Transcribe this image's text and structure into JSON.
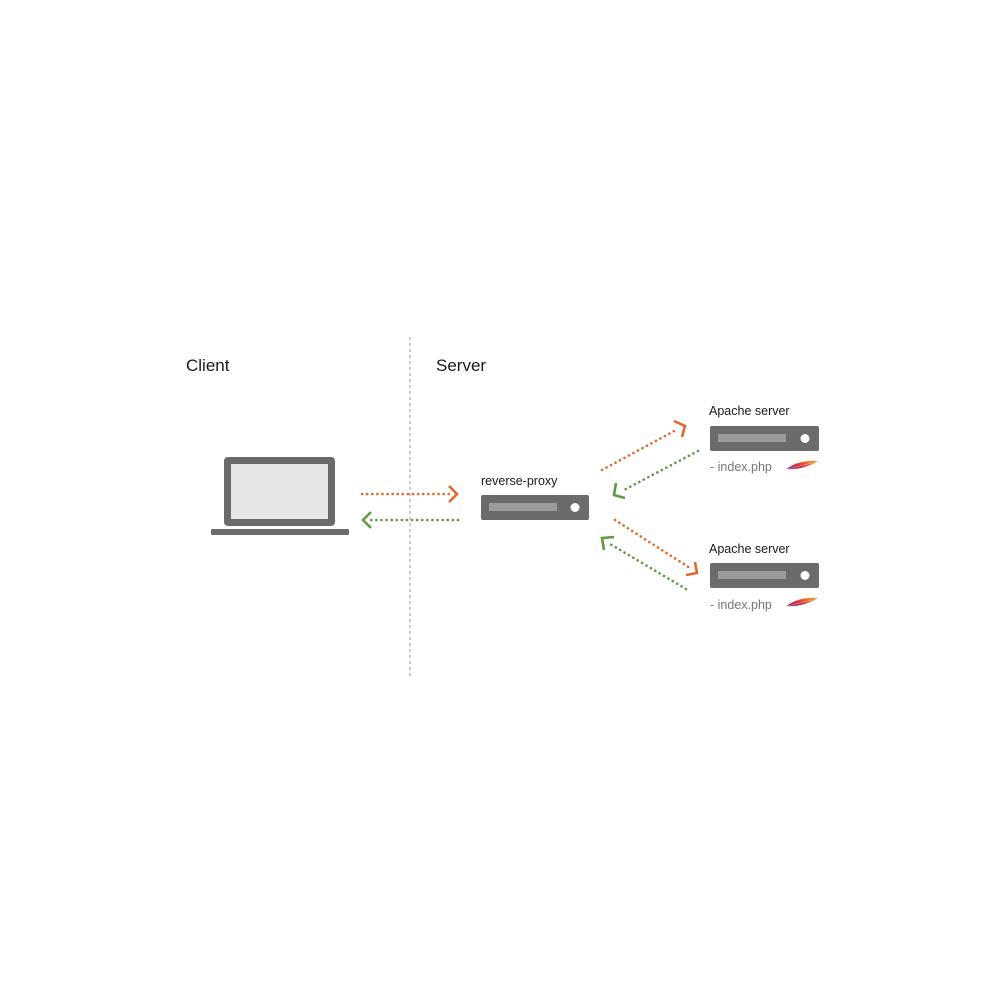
{
  "sections": {
    "client": "Client",
    "server": "Server"
  },
  "nodes": {
    "proxy_label": "reverse-proxy",
    "apache1_label": "Apache server",
    "apache1_file": "- index.php",
    "apache2_label": "Apache server",
    "apache2_file": "- index.php"
  },
  "icons": {
    "client_device": "laptop-icon",
    "server_box": "server-icon",
    "apache_logo": "apache-feather-icon"
  },
  "colors": {
    "request": "#e06a2b",
    "response": "#5f9a43",
    "device": "#6b6b6b",
    "divider": "#cccccc"
  }
}
